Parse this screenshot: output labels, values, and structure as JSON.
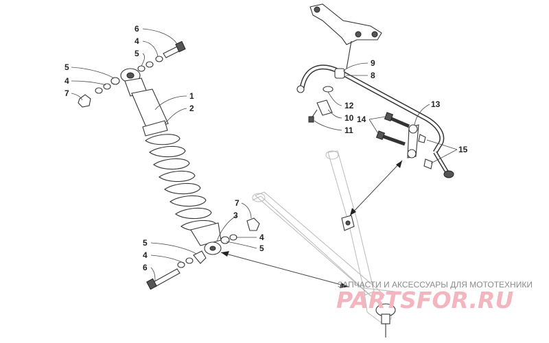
{
  "callouts": {
    "c6a": "6",
    "c4a": "4",
    "c5a": "5",
    "c5b": "5",
    "c4b": "4",
    "c7a": "7",
    "c1": "1",
    "c2": "2",
    "c9": "9",
    "c8": "8",
    "c12": "12",
    "c10": "10",
    "c11": "11",
    "c13": "13",
    "c14": "14",
    "c15": "15",
    "c7b": "7",
    "c3": "3",
    "c4c": "4",
    "c5c": "5",
    "c5d": "5",
    "c4d": "4",
    "c6b": "6"
  },
  "watermark": {
    "tagline": "ЗАПЧАСТИ И АКСЕССУАРЫ ДЛЯ МОТОТЕХНИКИ",
    "brand": "PARTSFOR.RU"
  },
  "colors": {
    "watermark_brand": "#f3b6bf",
    "line": "#333333"
  }
}
